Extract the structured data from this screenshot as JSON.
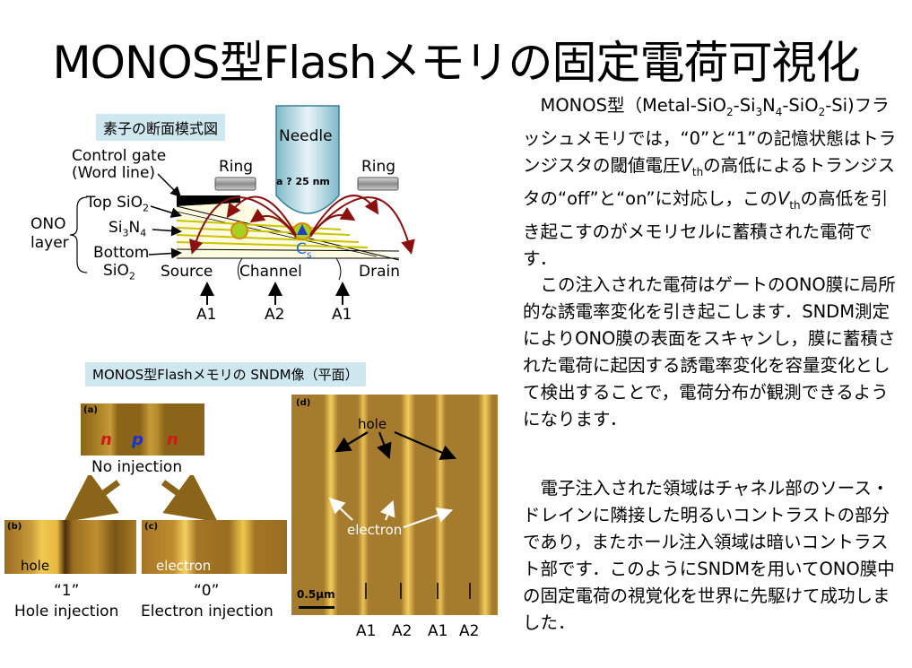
{
  "title": "MONOS型Flashメモリの固定電荷可視化",
  "cross_section": {
    "caption": "素子の断面模式図",
    "needle": "Needle",
    "control_gate": "Control gate",
    "word_line": "(Word line)",
    "ring_left": "Ring",
    "ring_right": "Ring",
    "tip_size": "a ? 25 nm",
    "top_sio2_a": "Top SiO",
    "top_sio2_sub": "2",
    "si3n4_a": "Si",
    "si3n4_sub1": "3",
    "si3n4_b": "N",
    "si3n4_sub2": "4",
    "ono_a": "ONO",
    "ono_b": "layer",
    "bottom_a": "Bottom",
    "bottom_b": "SiO",
    "bottom_sub": "2",
    "source": "Source",
    "channel": "Channel",
    "drain": "Drain",
    "cs_a": "C",
    "cs_sub": "s",
    "arrow_labels": [
      "A1",
      "A2",
      "A1"
    ]
  },
  "sndm": {
    "caption": "MONOS型Flashメモリの SNDM像（平面）",
    "panel_a": {
      "tag": "(a)",
      "labels": [
        "n",
        "p",
        "n"
      ],
      "caption": "No injection"
    },
    "panel_b": {
      "tag": "(b)",
      "label": "hole",
      "caption_num": "“1”",
      "caption": "Hole injection"
    },
    "panel_c": {
      "tag": "(c)",
      "label": "electron",
      "caption_num": "“0”",
      "caption": "Electron injection"
    },
    "panel_d": {
      "tag": "(d)",
      "hole": "hole",
      "electron": "electron",
      "scale": "0.5μm",
      "bottom_labels": [
        "A1",
        "A2",
        "A1",
        "A2"
      ]
    }
  },
  "text": {
    "p1_a": "　MONOS型（Metal-SiO",
    "p1_s1": "2",
    "p1_b": "-Si",
    "p1_s2": "3",
    "p1_c": "N",
    "p1_s3": "4",
    "p1_d": "-SiO",
    "p1_s4": "2",
    "p1_e": "-Si)フラッシュメモリでは，“0”と“1”の記憶状態はトランジスタの閾値電圧",
    "p1_v": "V",
    "p1_vsub": "th",
    "p1_f": "の高低によるトランジスタの“off”と“on”に対応し，この",
    "p1_v2": "V",
    "p1_vsub2": "th",
    "p1_g": "の高低を引き起こすのがメモリセルに蓄積された電荷です．",
    "p2": "　この注入された電荷はゲートのONO膜に局所的な誘電率変化を引き起こします．SNDM測定によりONO膜の表面をスキャンし，膜に蓄積された電荷に起因する誘電率変化を容量変化として検出することで，電荷分布が観測できるようになります．",
    "p3": "　電子注入された領域はチャネル部のソース・ドレインに隣接した明るいコントラストの部分であり，またホール注入領域は暗いコントラスト部です．このようにSNDMを用いてONO膜中の固定電荷の視覚化を世界に先駆けて成功しました．"
  },
  "colors": {
    "arrow": "#8b1010",
    "gold": "#b8962a",
    "caption_bg": "#cfe7ee"
  }
}
